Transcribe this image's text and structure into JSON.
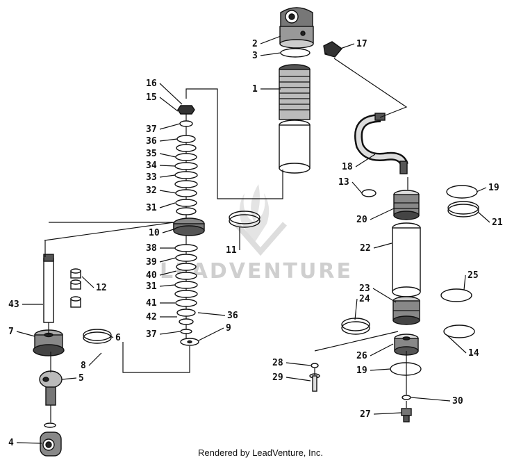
{
  "watermark": "LEADVENTURE",
  "footer": "Rendered by LeadVenture, Inc.",
  "callouts": [
    {
      "id": "c1",
      "text": "1"
    },
    {
      "id": "c2",
      "text": "2"
    },
    {
      "id": "c3",
      "text": "3"
    },
    {
      "id": "c4",
      "text": "4"
    },
    {
      "id": "c5",
      "text": "5"
    },
    {
      "id": "c6",
      "text": "6"
    },
    {
      "id": "c7",
      "text": "7"
    },
    {
      "id": "c8",
      "text": "8"
    },
    {
      "id": "c9",
      "text": "9"
    },
    {
      "id": "c10",
      "text": "10"
    },
    {
      "id": "c11",
      "text": "11"
    },
    {
      "id": "c12",
      "text": "12"
    },
    {
      "id": "c13",
      "text": "13"
    },
    {
      "id": "c14",
      "text": "14"
    },
    {
      "id": "c15",
      "text": "15"
    },
    {
      "id": "c16",
      "text": "16"
    },
    {
      "id": "c17",
      "text": "17"
    },
    {
      "id": "c18",
      "text": "18"
    },
    {
      "id": "c19a",
      "text": "19"
    },
    {
      "id": "c19b",
      "text": "19"
    },
    {
      "id": "c20",
      "text": "20"
    },
    {
      "id": "c21",
      "text": "21"
    },
    {
      "id": "c22",
      "text": "22"
    },
    {
      "id": "c23",
      "text": "23"
    },
    {
      "id": "c24",
      "text": "24"
    },
    {
      "id": "c25",
      "text": "25"
    },
    {
      "id": "c26",
      "text": "26"
    },
    {
      "id": "c27",
      "text": "27"
    },
    {
      "id": "c28",
      "text": "28"
    },
    {
      "id": "c29",
      "text": "29"
    },
    {
      "id": "c30",
      "text": "30"
    },
    {
      "id": "c31a",
      "text": "31"
    },
    {
      "id": "c31b",
      "text": "31"
    },
    {
      "id": "c32",
      "text": "32"
    },
    {
      "id": "c33",
      "text": "33"
    },
    {
      "id": "c34",
      "text": "34"
    },
    {
      "id": "c35",
      "text": "35"
    },
    {
      "id": "c36a",
      "text": "36"
    },
    {
      "id": "c36b",
      "text": "36"
    },
    {
      "id": "c37a",
      "text": "37"
    },
    {
      "id": "c37b",
      "text": "37"
    },
    {
      "id": "c38",
      "text": "38"
    },
    {
      "id": "c39",
      "text": "39"
    },
    {
      "id": "c40",
      "text": "40"
    },
    {
      "id": "c41",
      "text": "41"
    },
    {
      "id": "c42",
      "text": "42"
    },
    {
      "id": "c43",
      "text": "43"
    }
  ]
}
